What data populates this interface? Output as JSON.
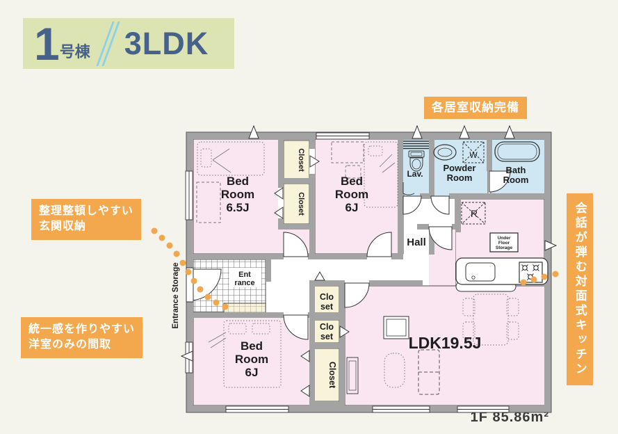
{
  "header": {
    "unit_number": "1",
    "unit_suffix": "号棟",
    "layout_type": "3LDK"
  },
  "badges": {
    "storage": "各居室収納完備",
    "entrance_line1": "整理整頓しやすい",
    "entrance_line2": "玄関収納",
    "western_line1": "統一感を作りやすい",
    "western_line2": "洋室のみの間取",
    "kitchen": "会話が弾む対面式キッチン"
  },
  "floor_plan": {
    "rooms": {
      "bedroom1": {
        "l1": "Bed",
        "l2": "Room",
        "l3": "6.5J"
      },
      "bedroom2": {
        "l1": "Bed",
        "l2": "Room",
        "l3": "6J"
      },
      "bedroom3": {
        "l1": "Bed",
        "l2": "Room",
        "l3": "6J"
      },
      "ldk": "LDK19.5J",
      "hall": "Hall",
      "lav": "Lav.",
      "powder": {
        "l1": "Powder",
        "l2": "Room"
      },
      "bath": {
        "l1": "Bath",
        "l2": "Room"
      },
      "entrance": {
        "l1": "Ent",
        "l2": "rance"
      },
      "entrance_storage": "Entrance Storage",
      "closet": "Closet",
      "closet_split": {
        "l1": "Clo",
        "l2": "set"
      },
      "under_floor": {
        "l1": "Under",
        "l2": "Floor",
        "l3": "Storage"
      },
      "washer": "W",
      "fridge": "R"
    },
    "area_label": "1F 85.86m²"
  },
  "colors": {
    "accent_orange": "#f4a84e",
    "navy": "#46618c",
    "slash_blue": "#8ed1ea",
    "room_pink": "#f9e6f0",
    "room_blue": "#cfe7f3",
    "closet_cream": "#f8f3d9",
    "wall_gray": "#a3a3a3",
    "title_bg": "#dce4b4",
    "page_bg": "#f4f4ec"
  }
}
